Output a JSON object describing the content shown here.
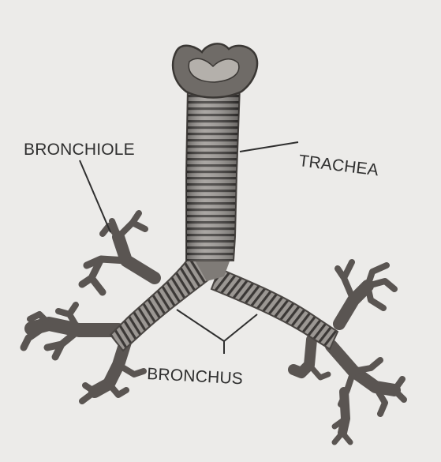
{
  "labels": {
    "bronchiole": "BRONCHIOLE",
    "trachea": "TRACHEA",
    "bronchus": "BRONCHUS"
  },
  "colors": {
    "paper": "#ecebe9",
    "tissue": "#8e8a86",
    "tissue_light": "#b9b5b0",
    "rings": "#3b3836",
    "ink": "#2f2f2f"
  }
}
